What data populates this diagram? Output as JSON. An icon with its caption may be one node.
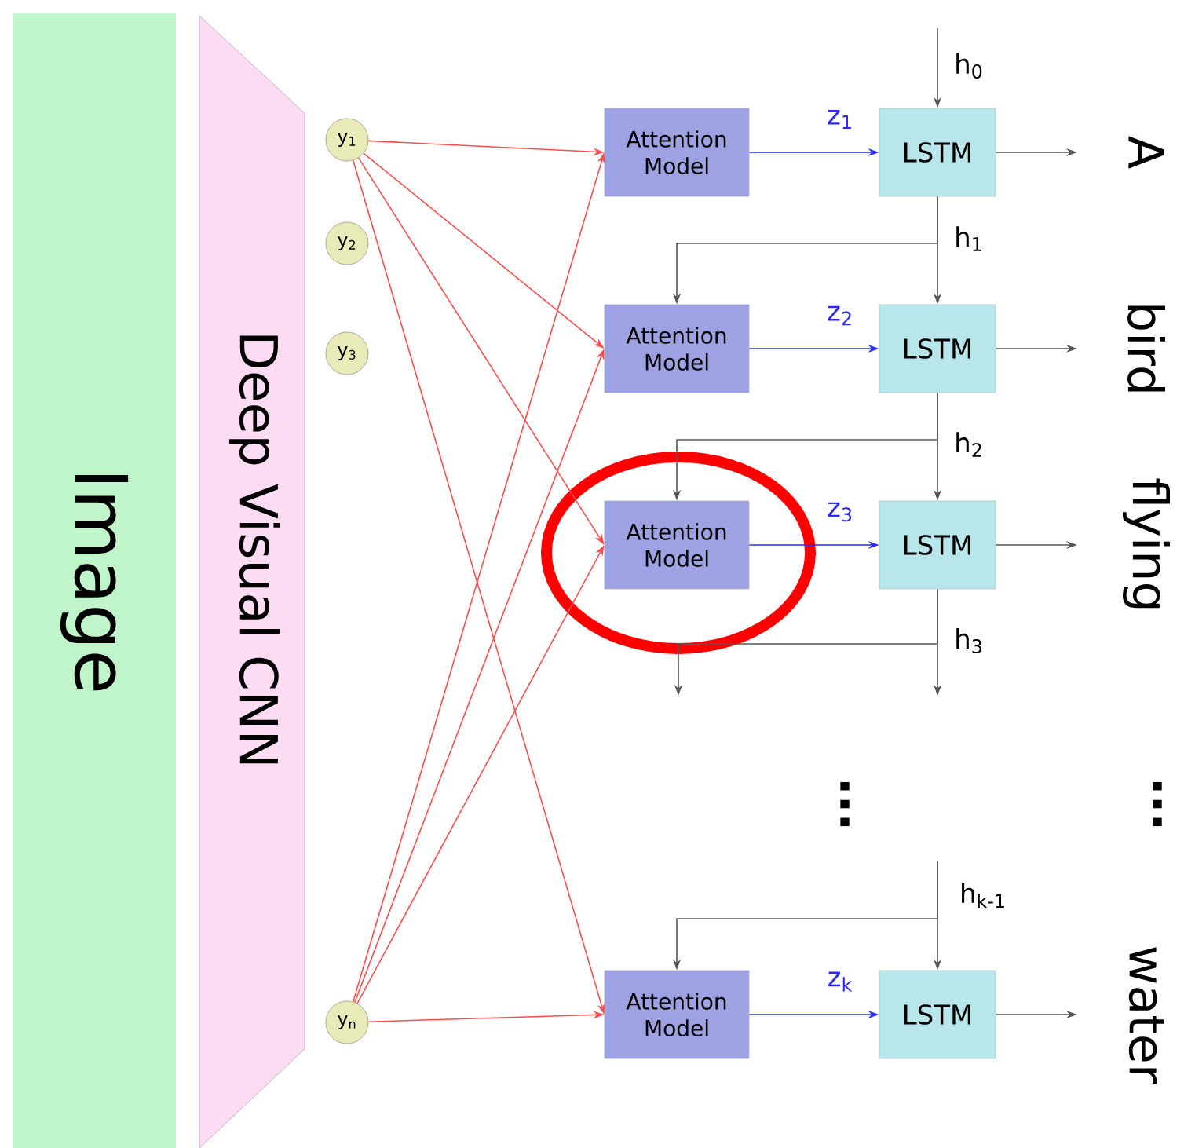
{
  "diagram": {
    "nodes": [
      {
        "text": [
          "Image"
        ]
      },
      {
        "text": [
          "Deep Visual CNN"
        ]
      },
      {
        "text": [
          "y$_{1}$"
        ]
      },
      {
        "text": [
          "y$_{2}$"
        ]
      },
      {
        "text": [
          "y$_{3}$"
        ]
      },
      {
        "text": [
          "y$_{n}$"
        ]
      },
      {
        "text": [
          "Attention Model"
        ]
      },
      {
        "text": [
          "LSTM"
        ]
      },
      {
        "text": [
          "Attention Model"
        ]
      },
      {
        "text": [
          "LSTM"
        ]
      },
      {
        "text": [
          "Attention Model"
        ]
      },
      {
        "text": [
          "LSTM"
        ]
      },
      {
        "text": [
          "Attention Model"
        ]
      },
      {
        "text": [
          "LSTM"
        ]
      },
      {
        "text": [
          "A"
        ]
      },
      {
        "text": [
          "bird"
        ]
      },
      {
        "text": [
          "flying"
        ]
      },
      {
        "text": [
          "water"
        ]
      }
    ],
    "edges": [
      {
        "from": 2,
        "to": 6,
        "arrow": "to",
        "color": "#ff4d4d"
      },
      {
        "from": 2,
        "to": 8,
        "arrow": "to",
        "color": "#ff4d4d"
      },
      {
        "from": 2,
        "to": 10,
        "arrow": "to",
        "color": "#ff4d4d"
      },
      {
        "from": 2,
        "to": 12,
        "arrow": "to",
        "color": "#ff4d4d"
      },
      {
        "from": 5,
        "to": 6,
        "arrow": "to",
        "color": "#ff4d4d"
      },
      {
        "from": 5,
        "to": 8,
        "arrow": "to",
        "color": "#ff4d4d"
      },
      {
        "from": 5,
        "to": 10,
        "arrow": "to",
        "color": "#ff4d4d"
      },
      {
        "from": 5,
        "to": 12,
        "arrow": "to",
        "color": "#ff4d4d"
      },
      {
        "from": 6,
        "to": 7,
        "arrow": "to",
        "label": "z$_{1}$",
        "color": "#2a2aff"
      },
      {
        "from": 8,
        "to": 9,
        "arrow": "to",
        "label": "z$_{2}$",
        "color": "#2a2aff"
      },
      {
        "from": 10,
        "to": 11,
        "arrow": "to",
        "label": "z$_{3}$",
        "color": "#2a2aff"
      },
      {
        "from": 12,
        "to": 13,
        "arrow": "to",
        "label": "z$_{k}$",
        "color": "#2a2aff"
      },
      {
        "from": null,
        "to": 7,
        "arrow": "to",
        "label": "h$_{0}$"
      },
      {
        "from": 7,
        "to": 9,
        "arrow": "to",
        "label": "h$_{1}$"
      },
      {
        "from": 7,
        "to": 8,
        "arrow": "to"
      },
      {
        "from": 9,
        "to": 11,
        "arrow": "to",
        "label": "h$_{2}$"
      },
      {
        "from": 9,
        "to": 10,
        "arrow": "to"
      },
      {
        "from": 11,
        "to": null,
        "arrow": "to",
        "label": "h$_{3}$"
      },
      {
        "from": 11,
        "to": null,
        "arrow": "to"
      },
      {
        "from": null,
        "to": 13,
        "arrow": "to",
        "label": "h$_{k-1}$"
      },
      {
        "from": null,
        "to": 12,
        "arrow": "to"
      },
      {
        "from": 7,
        "to": 14,
        "arrow": "to"
      },
      {
        "from": 9,
        "to": 15,
        "arrow": "to"
      },
      {
        "from": 11,
        "to": 16,
        "arrow": "to"
      },
      {
        "from": 13,
        "to": 17,
        "arrow": "to"
      }
    ],
    "labels": [
      "...",
      "..."
    ]
  }
}
